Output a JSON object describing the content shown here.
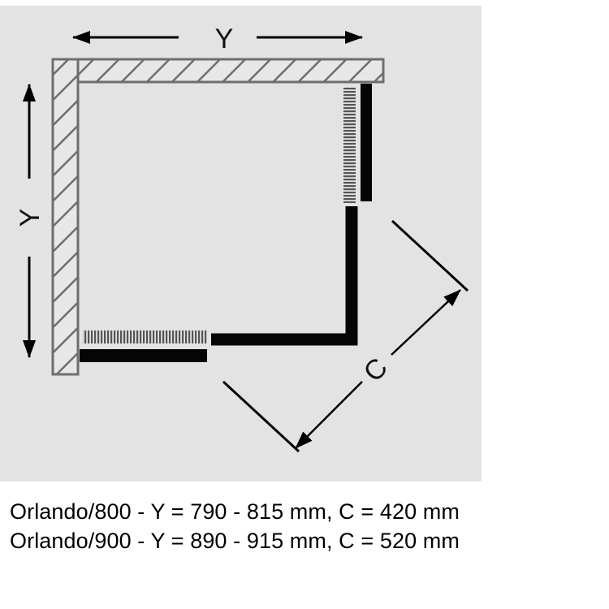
{
  "diagram": {
    "type": "shower enclosure floor plan",
    "background_color": "#e2e3e2",
    "wall_stroke_color": "#6e6e6e",
    "glass_color": "#000000",
    "dimension_labels": {
      "top_width": "Y",
      "left_depth": "Y",
      "diagonal": "C"
    }
  },
  "specs": [
    {
      "model": "Orlando/800",
      "text": "Orlando/800 - Y = 790 - 815 mm, C = 420 mm",
      "y_range_mm": "790 - 815",
      "c_mm": "420"
    },
    {
      "model": "Orlando/900",
      "text": "Orlando/900 - Y = 890 - 915 mm, C = 520 mm",
      "y_range_mm": "890 - 915",
      "c_mm": "520"
    }
  ]
}
